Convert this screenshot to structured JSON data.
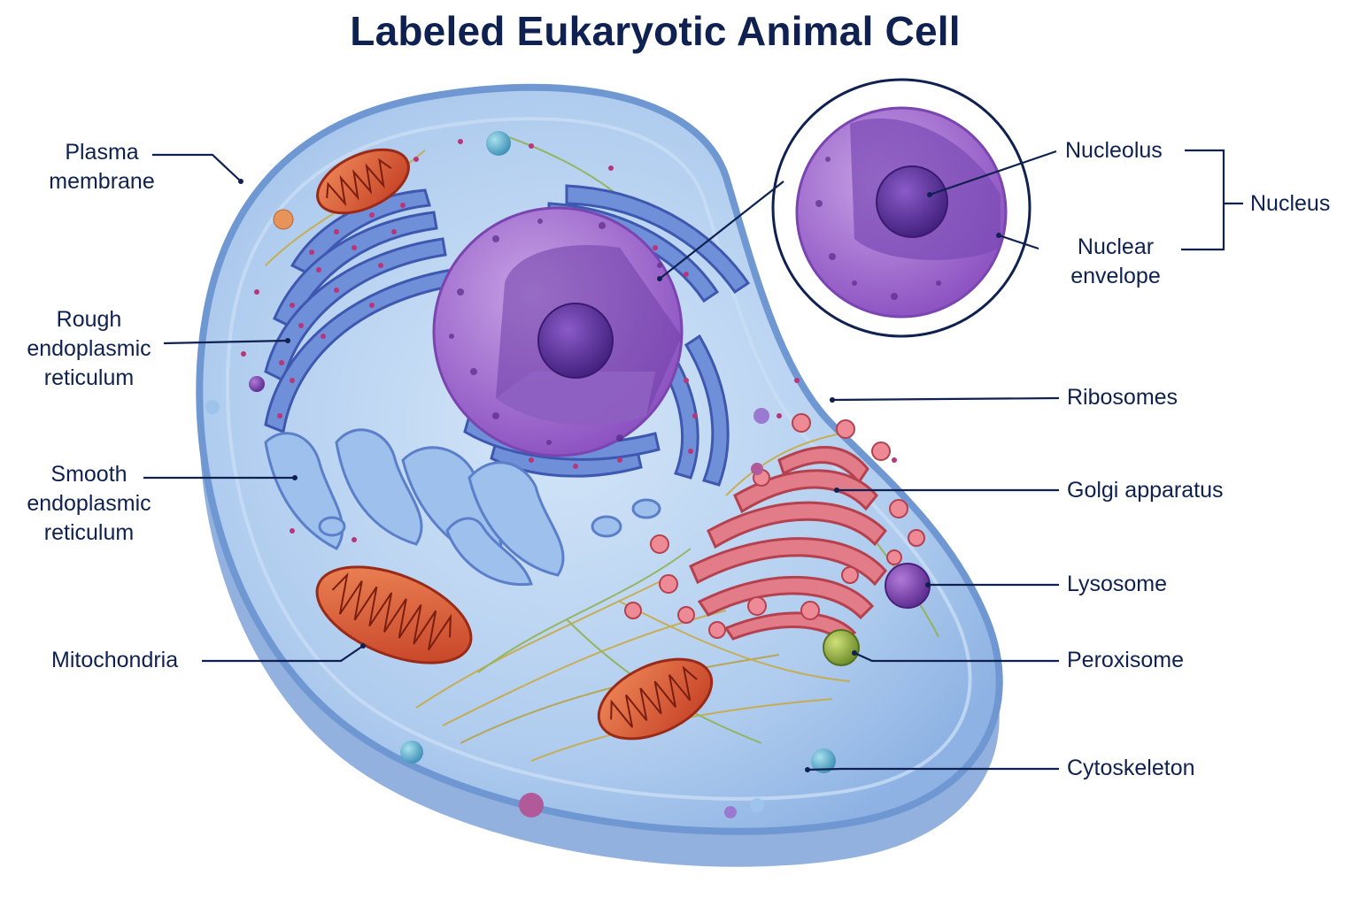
{
  "title": "Labeled Eukaryotic Animal Cell",
  "labels": {
    "plasma_membrane": "Plasma\nmembrane",
    "rough_er": "Rough\nendoplasmic\nreticulum",
    "smooth_er": "Smooth\nendoplasmic\nreticulum",
    "mitochondria": "Mitochondria",
    "nucleolus": "Nucleolus",
    "nuclear_envelope": "Nuclear\nenvelope",
    "nucleus": "Nucleus",
    "ribosomes": "Ribosomes",
    "golgi": "Golgi apparatus",
    "lysosome": "Lysosome",
    "peroxisome": "Peroxisome",
    "cytoskeleton": "Cytoskeleton"
  },
  "colors": {
    "label_text": "#0f2150",
    "leader_line": "#0f2150",
    "cytoplasm": "#a9c9ee",
    "membrane": "#7fa6dc",
    "nucleus": "#9b63c9",
    "nucleolus": "#5b2c96",
    "er": "#5b78c9",
    "golgi": "#d9606f",
    "mitochondria": "#e0563a",
    "lysosome": "#7a3fb0",
    "peroxisome": "#8ea83a",
    "cytoskeleton": "#c8a83a"
  }
}
